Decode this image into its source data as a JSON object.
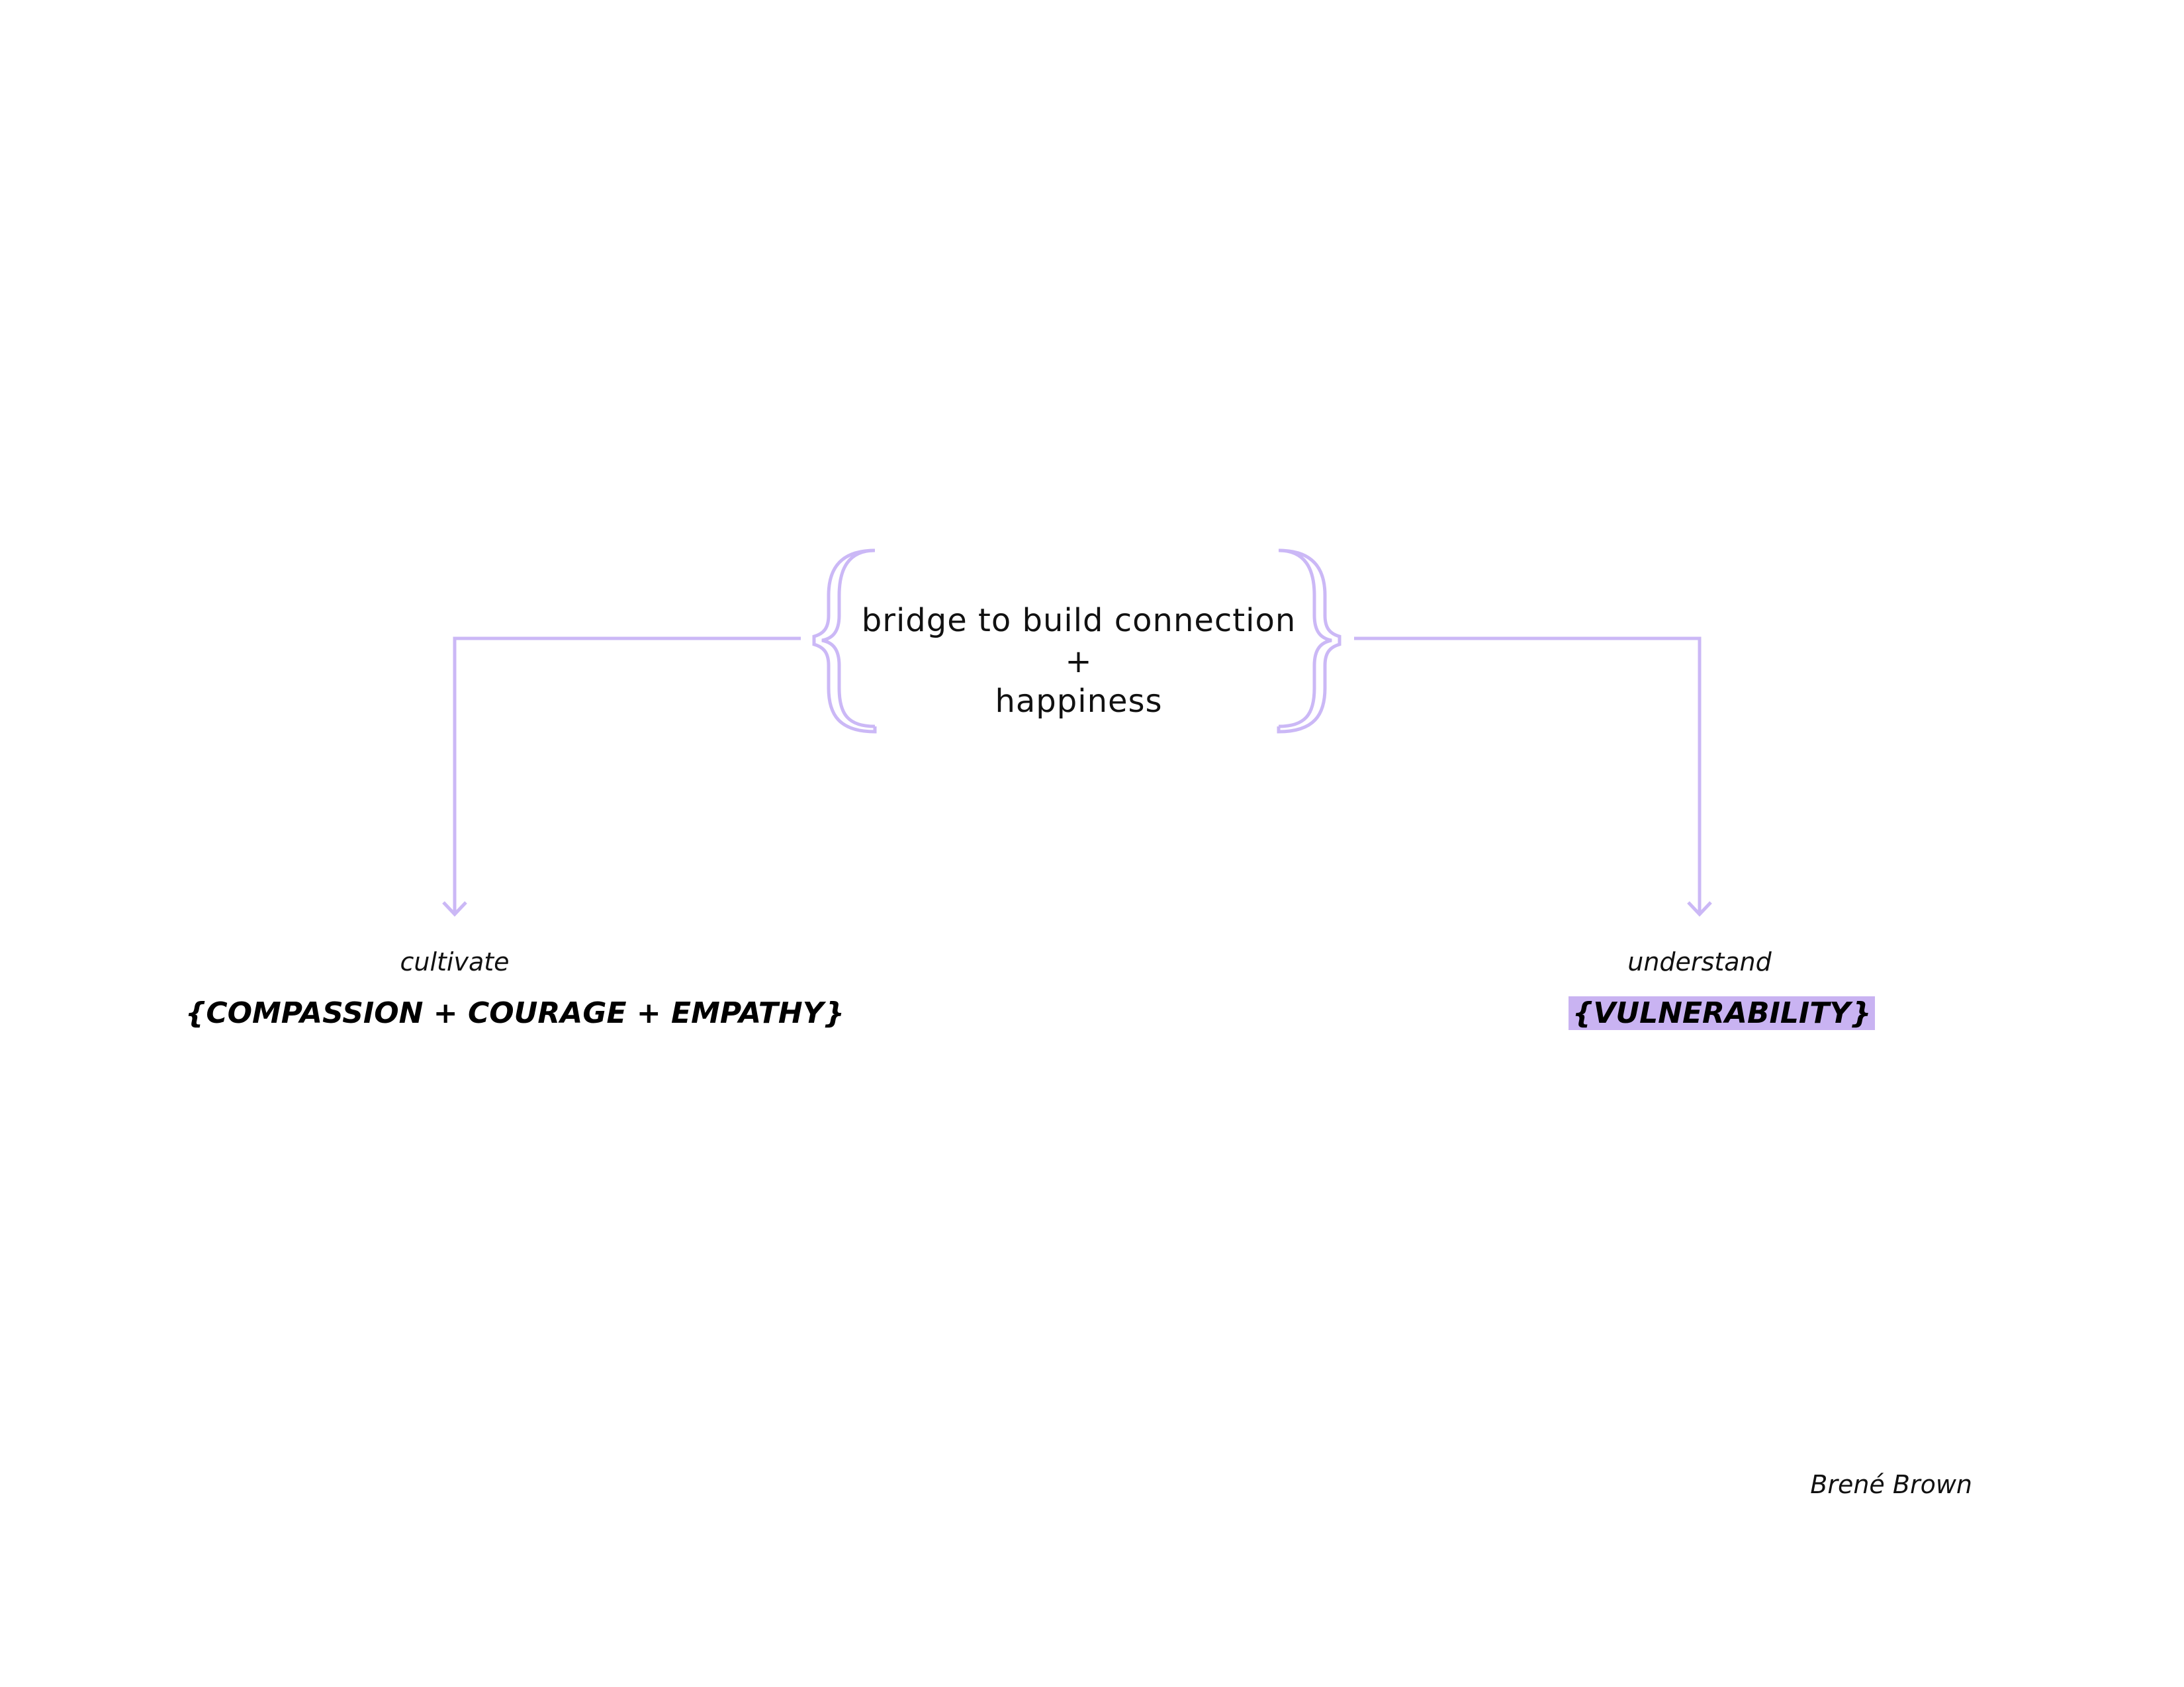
{
  "center": {
    "line1": "bridge to build connection",
    "line2": "+",
    "line3": "happiness"
  },
  "left_branch": {
    "verb": "cultivate",
    "concept": "{COMPASSION + COURAGE + EMPATHY}"
  },
  "right_branch": {
    "verb": "understand",
    "concept": "{VULNERABILITY}"
  },
  "author": "Brené Brown",
  "colors": {
    "accent_line": "#cbb8f6",
    "highlight": "#c9b3f2",
    "text": "#111111"
  }
}
